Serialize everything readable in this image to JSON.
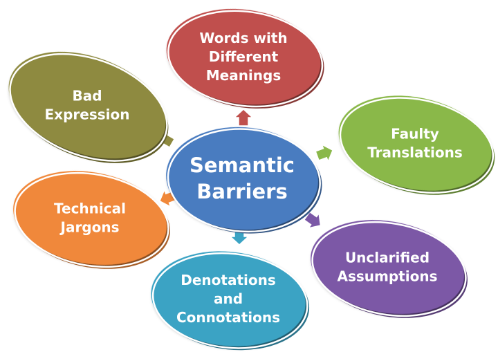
{
  "center": {
    "label_lines": [
      "Semantic",
      "Barriers"
    ],
    "color": "#4a7cc0"
  },
  "nodes": [
    {
      "id": "words-with-different-meanings",
      "label_lines": [
        "Words with",
        "Different",
        "Meanings"
      ],
      "color": "#c0504d"
    },
    {
      "id": "faulty-translations",
      "label_lines": [
        "Faulty",
        "Translations"
      ],
      "color": "#8ab84a"
    },
    {
      "id": "unclarified-assumptions",
      "label_lines": [
        "Unclarified",
        "Assumptions"
      ],
      "color": "#7b58a6"
    },
    {
      "id": "denotations-and-connotations",
      "label_lines": [
        "Denotations",
        "and",
        "Connotations"
      ],
      "color": "#3aa3c4"
    },
    {
      "id": "technical-jargons",
      "label_lines": [
        "Technical",
        "Jargons"
      ],
      "color": "#f0883a"
    },
    {
      "id": "bad-expression",
      "label_lines": [
        "Bad",
        "Expression"
      ],
      "color": "#8e8a3f"
    }
  ]
}
